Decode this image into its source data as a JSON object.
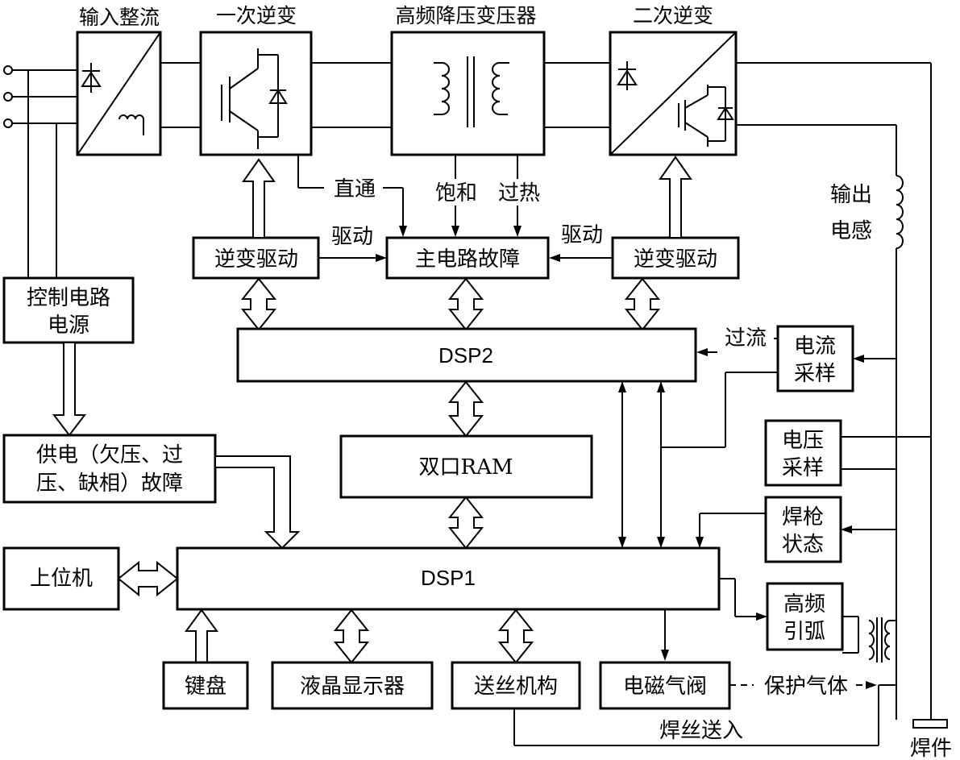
{
  "titles": {
    "rectifier": "输入整流",
    "inverter1": "一次逆变",
    "transformer": "高频降压变压器",
    "inverter2": "二次逆变"
  },
  "signals": {
    "shoot_through": "直通",
    "saturation": "饱和",
    "overheat": "过热",
    "drive_left": "驱动",
    "drive_right": "驱动",
    "overcurrent": "过流",
    "shield_gas": "保护气体",
    "wire_feed_in": "焊丝送入"
  },
  "blocks": {
    "inverter_drive_left": "逆变驱动",
    "main_fault": "主电路故障",
    "inverter_drive_right": "逆变驱动",
    "control_power": [
      "控制电路",
      "电源"
    ],
    "supply_fault": [
      "供电（欠压、过",
      "压、缺相）故障"
    ],
    "dsp2": "DSP2",
    "dual_ram": "双口RAM",
    "dsp1": "DSP1",
    "host_pc": "上位机",
    "current_sampling": [
      "电流",
      "采样"
    ],
    "voltage_sampling": [
      "电压",
      "采样"
    ],
    "torch_status": [
      "焊枪",
      "状态"
    ],
    "hf_arc": [
      "高频",
      "引弧"
    ],
    "keyboard": "键盘",
    "lcd": "液晶显示器",
    "wire_feeder": "送丝机构",
    "solenoid_valve": "电磁气阀"
  },
  "labels": {
    "output_inductor": [
      "输出",
      "电感"
    ],
    "workpiece": "焊件"
  }
}
